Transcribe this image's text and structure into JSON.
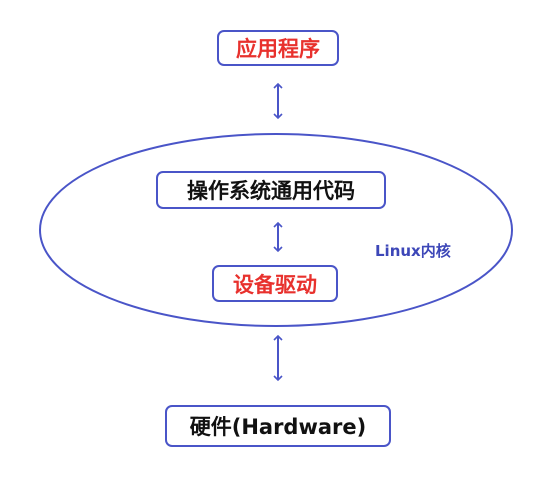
{
  "application": {
    "label": "应用程序"
  },
  "os_code": {
    "label": "操作系统通用代码"
  },
  "device_driver": {
    "label": "设备驱动"
  },
  "hardware": {
    "label": "硬件(Hardware)"
  },
  "kernel": {
    "label": "Linux内核"
  },
  "colors": {
    "outline": "#4a55c8",
    "arrow": "#4a55c8",
    "highlight_text": "#e8312d",
    "normal_text": "#111111",
    "kernel_text": "#3d47b8"
  }
}
